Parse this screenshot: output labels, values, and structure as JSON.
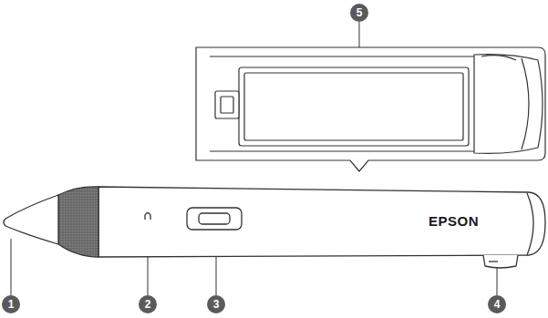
{
  "diagram": {
    "labels": [
      "5",
      "EPSON",
      "1",
      "2",
      "3",
      "4"
    ]
  }
}
